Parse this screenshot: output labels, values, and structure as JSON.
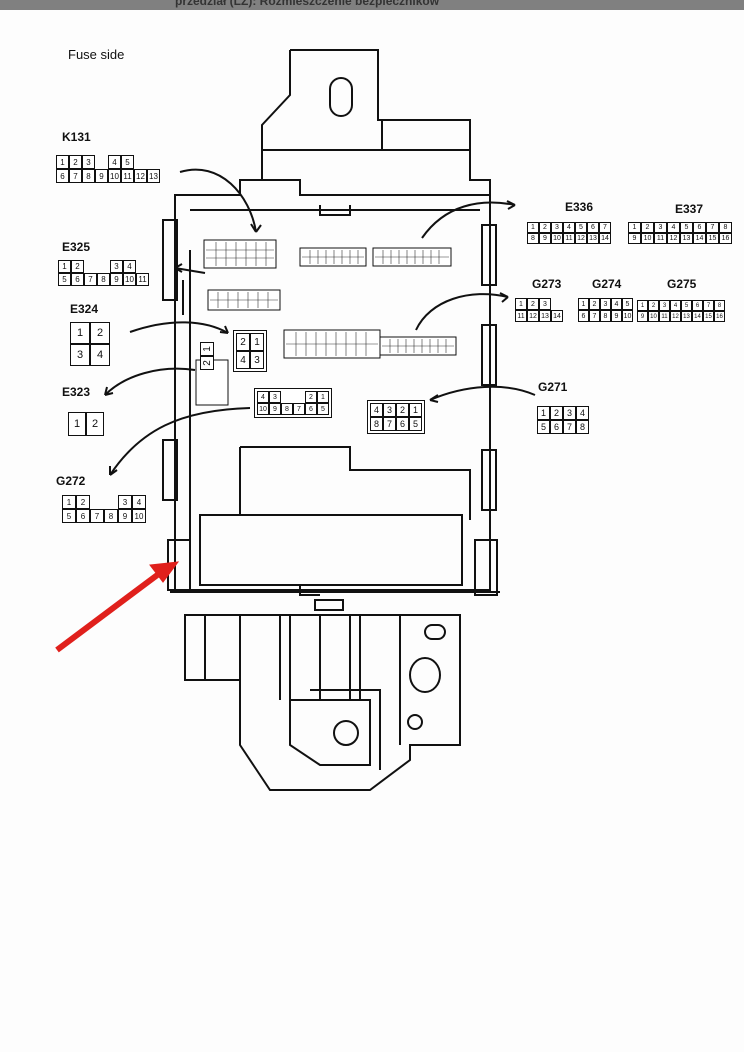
{
  "header": {
    "title": "przedział (LZ): Rozmieszczenie bezpieczników"
  },
  "view_label": "Fuse side",
  "connectors": {
    "K131": {
      "name": "K131",
      "row1": [
        "1",
        "2",
        "3",
        "",
        "4",
        "5"
      ],
      "row2": [
        "6",
        "7",
        "8",
        "9",
        "10",
        "11",
        "12",
        "13"
      ]
    },
    "E325": {
      "name": "E325",
      "row1": [
        "1",
        "2",
        "",
        "",
        "3",
        "4"
      ],
      "row2": [
        "5",
        "6",
        "7",
        "8",
        "9",
        "10",
        "11"
      ]
    },
    "E324": {
      "name": "E324",
      "row1": [
        "1",
        "2"
      ],
      "row2": [
        "3",
        "4"
      ]
    },
    "E323": {
      "name": "E323",
      "row1": [
        "1",
        "2"
      ]
    },
    "G272": {
      "name": "G272",
      "row1": [
        "1",
        "2",
        "",
        "",
        "3",
        "4"
      ],
      "row2": [
        "5",
        "6",
        "7",
        "8",
        "9",
        "10"
      ]
    },
    "E336": {
      "name": "E336",
      "row1": [
        "1",
        "2",
        "3",
        "4",
        "5",
        "6",
        "7"
      ],
      "row2": [
        "8",
        "9",
        "10",
        "11",
        "12",
        "13",
        "14"
      ]
    },
    "E337": {
      "name": "E337",
      "row1": [
        "1",
        "2",
        "3",
        "4",
        "5",
        "6",
        "7",
        "8"
      ],
      "row2": [
        "9",
        "10",
        "11",
        "12",
        "13",
        "14",
        "15",
        "16"
      ]
    },
    "G273": {
      "name": "G273",
      "row1": [
        "1",
        "2",
        "3"
      ],
      "row2": [
        "11",
        "12",
        "13",
        "14"
      ]
    },
    "G274": {
      "name": "G274",
      "row1": [
        "1",
        "2",
        "3",
        "4",
        "5"
      ],
      "row2": [
        "6",
        "7",
        "8",
        "9",
        "10"
      ]
    },
    "G275": {
      "name": "G275",
      "row1": [
        "1",
        "2",
        "3",
        "4",
        "5",
        "6",
        "7",
        "8"
      ],
      "row2": [
        "9",
        "10",
        "11",
        "12",
        "13",
        "14",
        "15",
        "16"
      ]
    },
    "G271": {
      "name": "G271",
      "row1": [
        "1",
        "2",
        "3",
        "4"
      ],
      "row2": [
        "5",
        "6",
        "7",
        "8"
      ]
    }
  },
  "box_sockets": {
    "s21_43": {
      "row1": [
        "2",
        "1"
      ],
      "row2": [
        "4",
        "3"
      ]
    },
    "s21_side": {
      "row1": [
        "2",
        "1"
      ]
    },
    "s_4321_8765": {
      "row1": [
        "4",
        "3",
        "2",
        "1"
      ],
      "row2": [
        "8",
        "7",
        "6",
        "5"
      ]
    },
    "s_10to1": {
      "row1": [
        "4",
        "3",
        "",
        "",
        "2",
        "1"
      ],
      "row2": [
        "10",
        "9",
        "8",
        "7",
        "6",
        "5"
      ]
    }
  },
  "colors": {
    "line": "#111111",
    "arrow": "#e0201c"
  }
}
